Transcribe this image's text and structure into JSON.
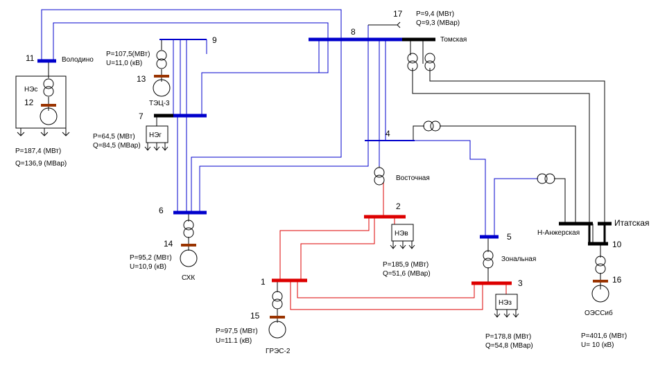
{
  "colors": {
    "bus_220": "#0000cc",
    "bus_110": "#dd0000",
    "bus_500": "#000000",
    "generator_bar": "#993300"
  },
  "nodes": {
    "n1": "1",
    "n2": "2",
    "n3": "3",
    "n4": "4",
    "n5": "5",
    "n6": "6",
    "n7": "7",
    "n8": "8",
    "n9": "9",
    "n10": "10",
    "n11": "11",
    "n12": "12",
    "n13": "13",
    "n14": "14",
    "n15": "15",
    "n16": "16",
    "n17": "17"
  },
  "stations": {
    "volodino": "Володино",
    "tomskaya": "Томская",
    "tets3": "ТЭЦ-3",
    "vostochnaya": "Восточная",
    "zonalnaya": "Зональная",
    "n_anzherskaya": "Н-Анжерская",
    "itatskaya": "Итатская",
    "skh": "СХК",
    "gres2": "ГРЭС-2",
    "oessib": "ОЭССиб"
  },
  "loads": {
    "ns": "НЭс",
    "ng": "НЭг",
    "nv": "НЭв",
    "nz": "НЭз"
  },
  "values": {
    "n17_p": "P=9,4 (МВт)",
    "n17_q": "Q=9,3 (МВар)",
    "n13_p": "P=107,5(МВт)",
    "n13_u": "U=11,0 (кВ)",
    "n7_p": "P=64,5 (МВт)",
    "n7_q": "Q=84,5 (МВар)",
    "n11_p": "P=187,4 (МВт)",
    "n11_q": "Q=136,9 (МВар)",
    "n14_p": "P=95,2 (МВт)",
    "n14_u": "U=10,9 (кВ)",
    "n2_p": "P=185,9 (МВт)",
    "n2_q": "Q=51,6 (МВар)",
    "n15_p": "P=97,5 (МВт)",
    "n15_u": "U=11.1 (кВ)",
    "n3_p": "P=178,8 (МВт)",
    "n3_q": "Q=54,8 (МВар)",
    "n16_p": "P=401,6  (МВт)",
    "n16_u": "U= 10 (кВ)"
  }
}
